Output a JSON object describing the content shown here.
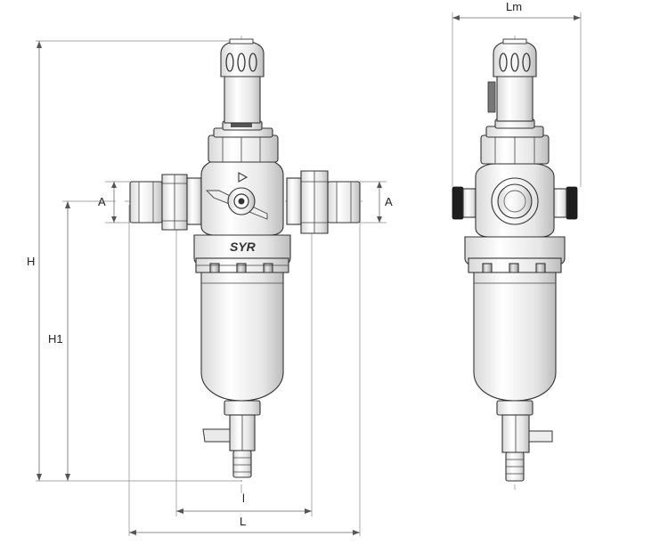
{
  "dimensions": {
    "height": "H",
    "inner_height": "H1",
    "connection_left": "A",
    "connection_right": "A",
    "length": "L",
    "inner_length": "l",
    "width_m": "Lm"
  },
  "brand_logo": "SYR"
}
